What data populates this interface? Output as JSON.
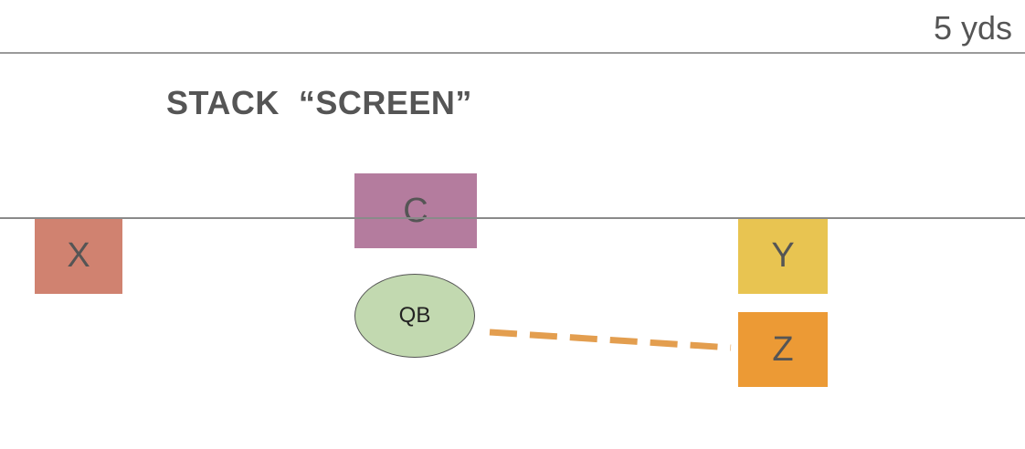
{
  "yard_marker": "5 yds",
  "play_title": "STACK  “SCREEN”",
  "players": {
    "x": {
      "label": "X",
      "color": "#d08270"
    },
    "c": {
      "label": "C",
      "color": "#b47c9e"
    },
    "y": {
      "label": "Y",
      "color": "#e8c451"
    },
    "z": {
      "label": "Z",
      "color": "#ec9a35"
    },
    "qb": {
      "label": "QB",
      "color": "#c2d9b0"
    }
  },
  "route": {
    "from": "QB",
    "to": "Z",
    "style": "dashed",
    "color": "#e39e4f"
  }
}
